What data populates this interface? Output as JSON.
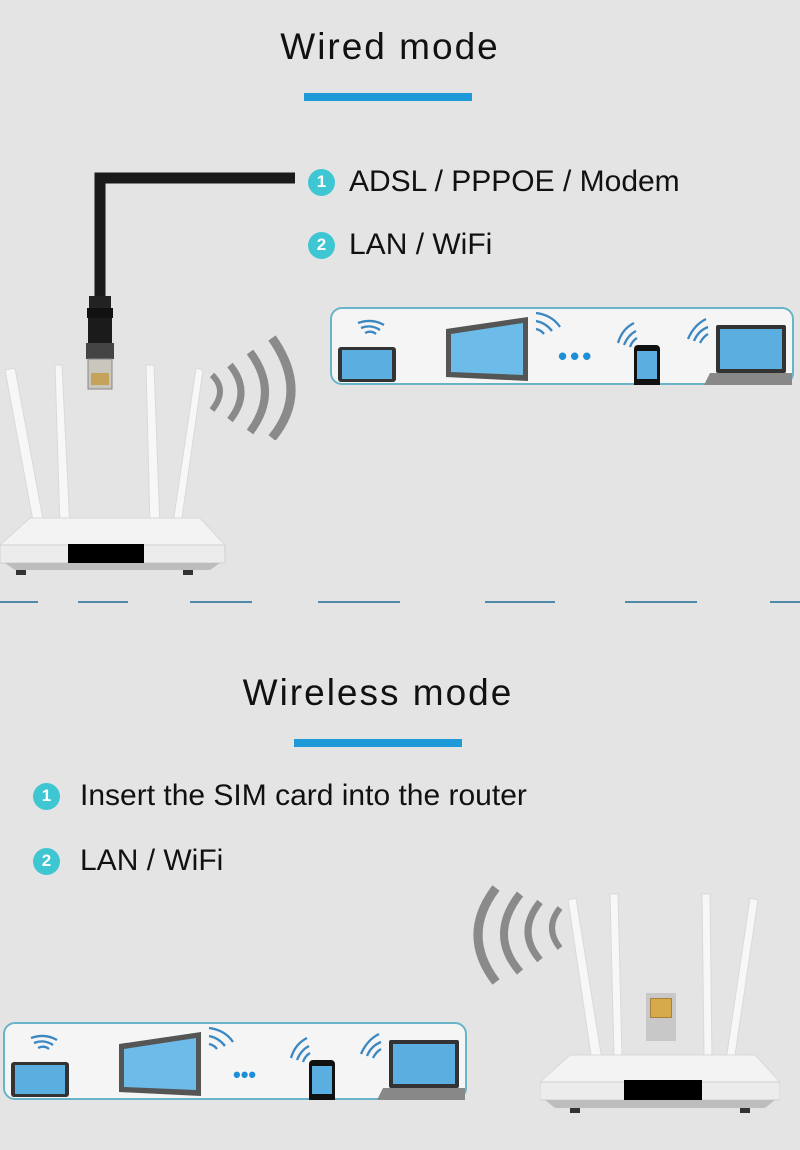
{
  "wired_mode": {
    "title": "Wired mode",
    "steps": [
      {
        "number": "1",
        "label": "ADSL / PPPOE / Modem"
      },
      {
        "number": "2",
        "label": "LAN / WiFi"
      }
    ],
    "devices": [
      "tablet",
      "tv",
      "more",
      "smartphone",
      "laptop"
    ],
    "more_label": "•••"
  },
  "wireless_mode": {
    "title": "Wireless mode",
    "steps": [
      {
        "number": "1",
        "label": "Insert the SIM card into the router"
      },
      {
        "number": "2",
        "label": "LAN / WiFi"
      }
    ],
    "devices": [
      "tablet",
      "tv",
      "more",
      "smartphone",
      "laptop"
    ],
    "more_label": "•••"
  },
  "colors": {
    "accent_bar": "#1e9ad8",
    "step_badge": "#3ec6d3",
    "background": "#e4e4e4",
    "panel_border": "#69b4c8"
  }
}
